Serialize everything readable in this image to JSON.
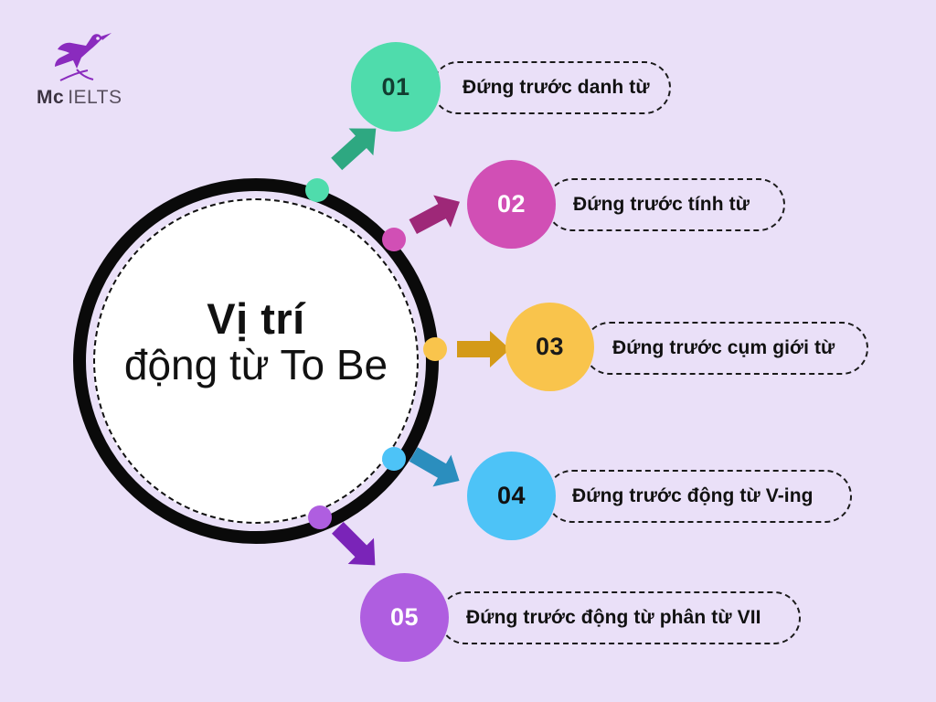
{
  "brand": {
    "logo_icon": "hummingbird-icon",
    "name_bold": "Mc",
    "name_light": "IELTS",
    "color": "#8A2BBE"
  },
  "center": {
    "line1": "Vị trí",
    "line2": "động từ To Be",
    "ring_color": "#0A0A0A",
    "fill_color": "#FFFFFF"
  },
  "background": "#EAE0F8",
  "items": [
    {
      "number": "01",
      "label": "Đứng trước danh từ",
      "color": "#4FDCAC",
      "arrow_color": "#2EA881",
      "number_color": "#123D31"
    },
    {
      "number": "02",
      "label": "Đứng trước tính từ",
      "color": "#D14FB5",
      "arrow_color": "#9E2878",
      "number_color": "#FFFFFF"
    },
    {
      "number": "03",
      "label": "Đứng trước cụm giới từ",
      "color": "#F9C44C",
      "arrow_color": "#D49A18",
      "number_color": "#1A1A1A"
    },
    {
      "number": "04",
      "label": "Đứng trước động từ V-ing",
      "color": "#4DC3F7",
      "arrow_color": "#2B8EBE",
      "number_color": "#111111"
    },
    {
      "number": "05",
      "label": "Đứng trước động từ phân từ VII",
      "color": "#AF5EE0",
      "arrow_color": "#7A24B8",
      "number_color": "#FFFFFF"
    }
  ],
  "dots": [
    {
      "color": "#4FDCAC"
    },
    {
      "color": "#D14FB5"
    },
    {
      "color": "#F9C44C"
    },
    {
      "color": "#4DC3F7"
    },
    {
      "color": "#AF5EE0"
    }
  ]
}
